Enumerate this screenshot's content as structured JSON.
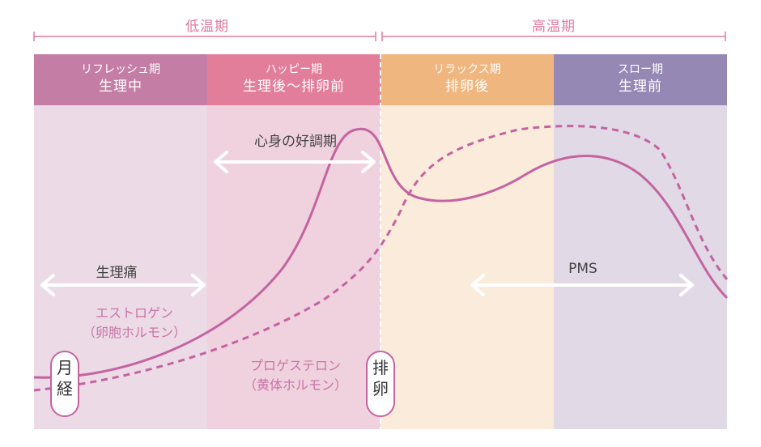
{
  "temperature": {
    "low": "低温期",
    "high": "高温期"
  },
  "phases": [
    {
      "name": "リフレッシュ期",
      "sub": "生理中",
      "color": "#c47ea6",
      "bg": "#ecdbe6"
    },
    {
      "name": "ハッピー期",
      "sub": "生理後〜排卵前",
      "color": "#e27e9a",
      "bg": "#f0d1de"
    },
    {
      "name": "リラックス期",
      "sub": "排卵後",
      "color": "#f0b67f",
      "bg": "#fbebdb"
    },
    {
      "name": "スロー期",
      "sub": "生理前",
      "color": "#9688b5",
      "bg": "#e1d9e5"
    }
  ],
  "labels": {
    "good_condition": "心身の好調期",
    "period_pain": "生理痛",
    "pms": "PMS",
    "estrogen_line1": "エストロゲン",
    "estrogen_line2": "（卵胞ホルモン）",
    "progesterone_line1": "プロゲステロン",
    "progesterone_line2": "（黄体ホルモン）"
  },
  "markers": {
    "menstruation_1": "月",
    "menstruation_2": "経",
    "ovulation_1": "排",
    "ovulation_2": "卵"
  },
  "colors": {
    "curve": "#c463a1",
    "temp_line": "#e07aa0",
    "arrow": "#ffffff"
  }
}
